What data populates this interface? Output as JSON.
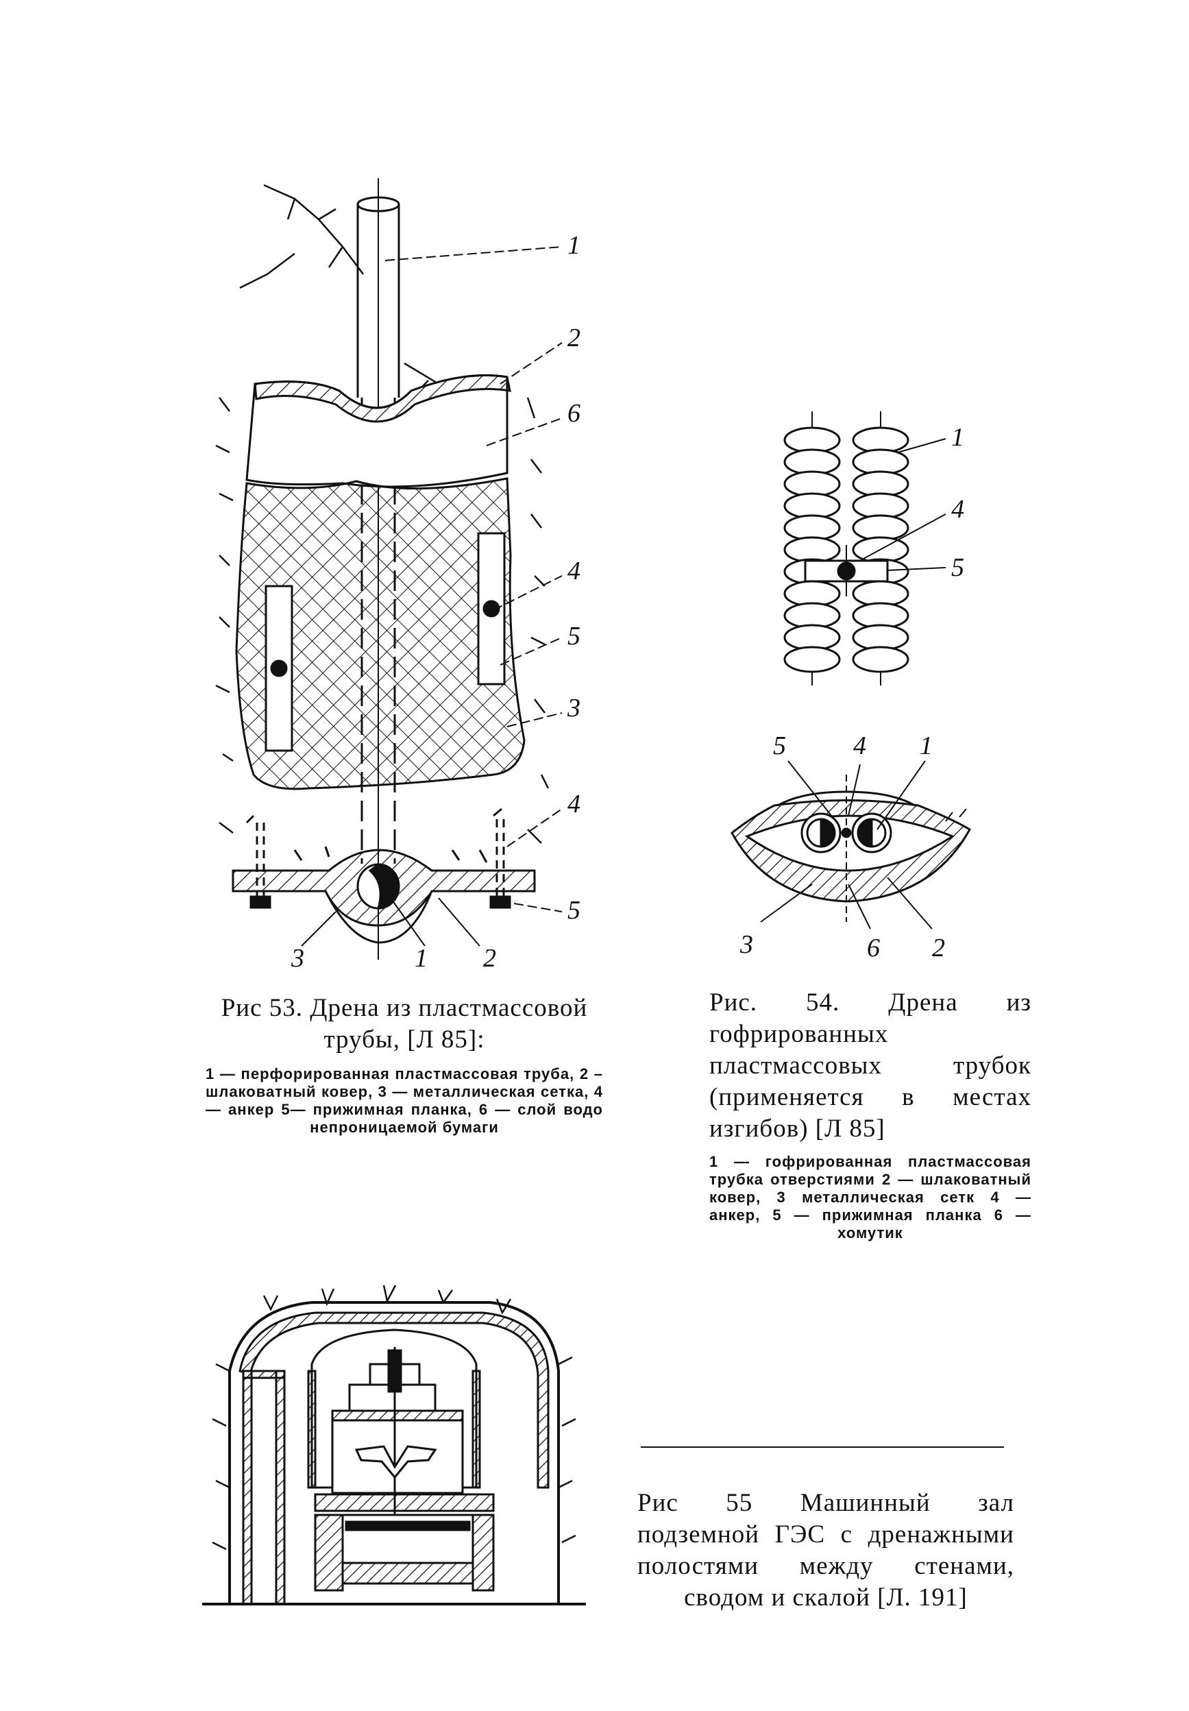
{
  "figures": {
    "fig53": {
      "labels": [
        "1",
        "2",
        "6",
        "4",
        "5",
        "3",
        "4",
        "5",
        "3",
        "1",
        "2"
      ],
      "caption": "Рис 53. Дрена из пластмассовой трубы, [Л 85]:",
      "legend": "1 — перфорированная пластмассовая труба, 2 – шлаковатный ковер, 3 — металлическая сетка, 4 — анкер 5— прижимная планка, 6 — слой водо непроницаемой бумаги"
    },
    "fig54": {
      "labels_top": [
        "1",
        "4",
        "5"
      ],
      "labels_bottom": [
        "5",
        "4",
        "1",
        "3",
        "6",
        "2"
      ],
      "caption": "Рис. 54. Дрена из гофрированных пластмассовых трубок (применяется в местах изгибов) [Л 85]",
      "legend": "1 — гофрированная пластмассовая трубка отверстиями 2 — шлаковатный ковер, 3 металлическая сетк 4 — анкер, 5 — прижимная планка 6 — хомутик"
    },
    "fig55": {
      "caption": "Рис 55 Машинный зал подземной ГЭС с дренажными полостями между стенами, сводом и скалой [Л. 191]"
    }
  }
}
